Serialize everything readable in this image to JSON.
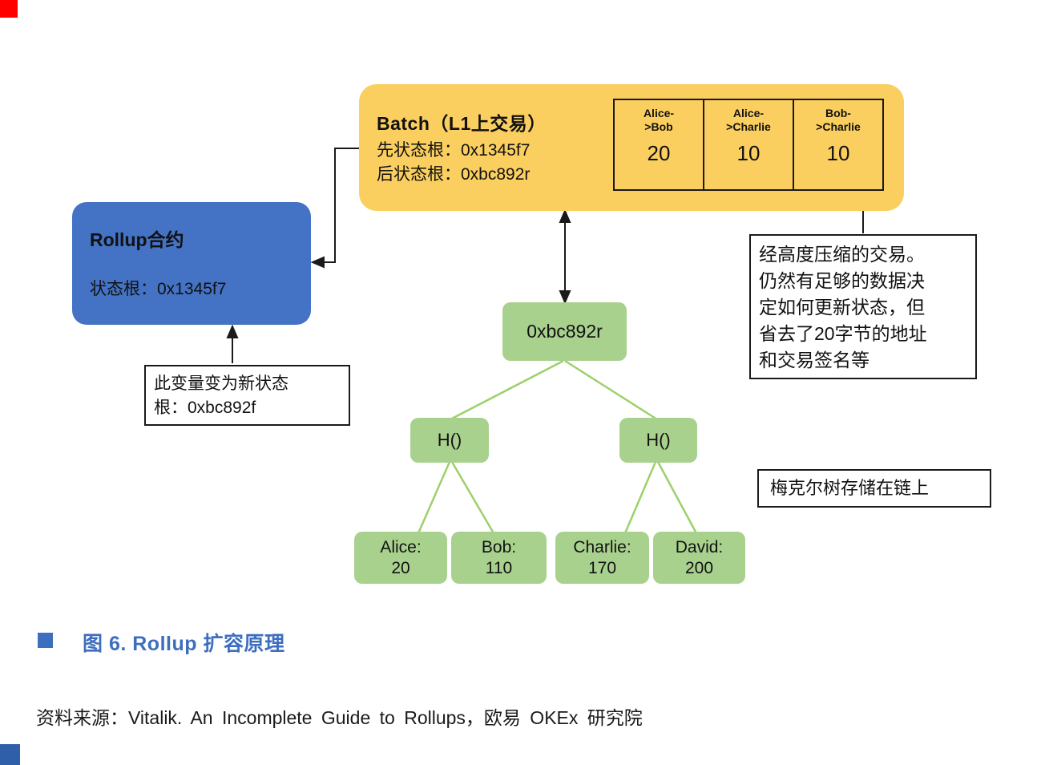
{
  "figure": {
    "batch_box": {
      "title": "Batch（L1上交易）",
      "pre_state_root": "先状态根：0x1345f7",
      "post_state_root": "后状态根：0xbc892r",
      "tx_table": {
        "cells": [
          {
            "header_line1": "Alice-",
            "header_line2": ">Bob",
            "amount": "20"
          },
          {
            "header_line1": "Alice-",
            "header_line2": ">Charlie",
            "amount": "10"
          },
          {
            "header_line1": "Bob-",
            "header_line2": ">Charlie",
            "amount": "10"
          }
        ]
      }
    },
    "rollup_box": {
      "title": "Rollup合约",
      "state_root": "状态根：0x1345f7"
    },
    "note_new_root": {
      "line1": "此变量变为新状态",
      "line2": "根：0xbc892f"
    },
    "note_compressed": {
      "lines": [
        "经高度压缩的交易。",
        "仍然有足够的数据决",
        "定如何更新状态，但",
        "省去了20字节的地址",
        "和交易签名等"
      ]
    },
    "note_merkle": {
      "text": "梅克尔树存储在链上"
    },
    "merkle_tree": {
      "root": "0xbc892r",
      "hash_left": "H()",
      "hash_right": "H()",
      "leaves": [
        {
          "name": "Alice:",
          "value": "20"
        },
        {
          "name": "Bob:",
          "value": "110"
        },
        {
          "name": "Charlie:",
          "value": "170"
        },
        {
          "name": "David:",
          "value": "200"
        }
      ]
    }
  },
  "caption": {
    "text": "图 6. Rollup 扩容原理"
  },
  "source_line": "资料来源：Vitalik. An Incomplete Guide to Rollups，欧易 OKEx 研究院",
  "colors": {
    "batch_fill": "#fbcf5f",
    "rollup_fill": "#4472c4",
    "tree_node_fill": "#a9d18e",
    "tree_line": "#9cd169",
    "caption_blue": "#3d6ebf",
    "corner_red": "#fe0000",
    "corner_blue": "#2f5fa8",
    "arrow_black": "#1a1a1a"
  }
}
